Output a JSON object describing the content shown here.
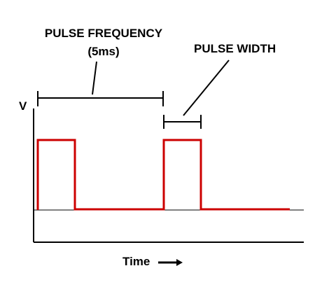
{
  "labels": {
    "pulse_frequency": "PULSE FREQUENCY",
    "pulse_frequency_value": "(5ms)",
    "pulse_width": "PULSE WIDTH",
    "y_axis": "V",
    "x_axis": "Time"
  },
  "colors": {
    "signal": "#cc0000",
    "axes": "#000000",
    "baseline": "#000000",
    "background": "#ffffff"
  },
  "icons": {
    "x_axis_arrow": "right-arrow-icon"
  }
}
